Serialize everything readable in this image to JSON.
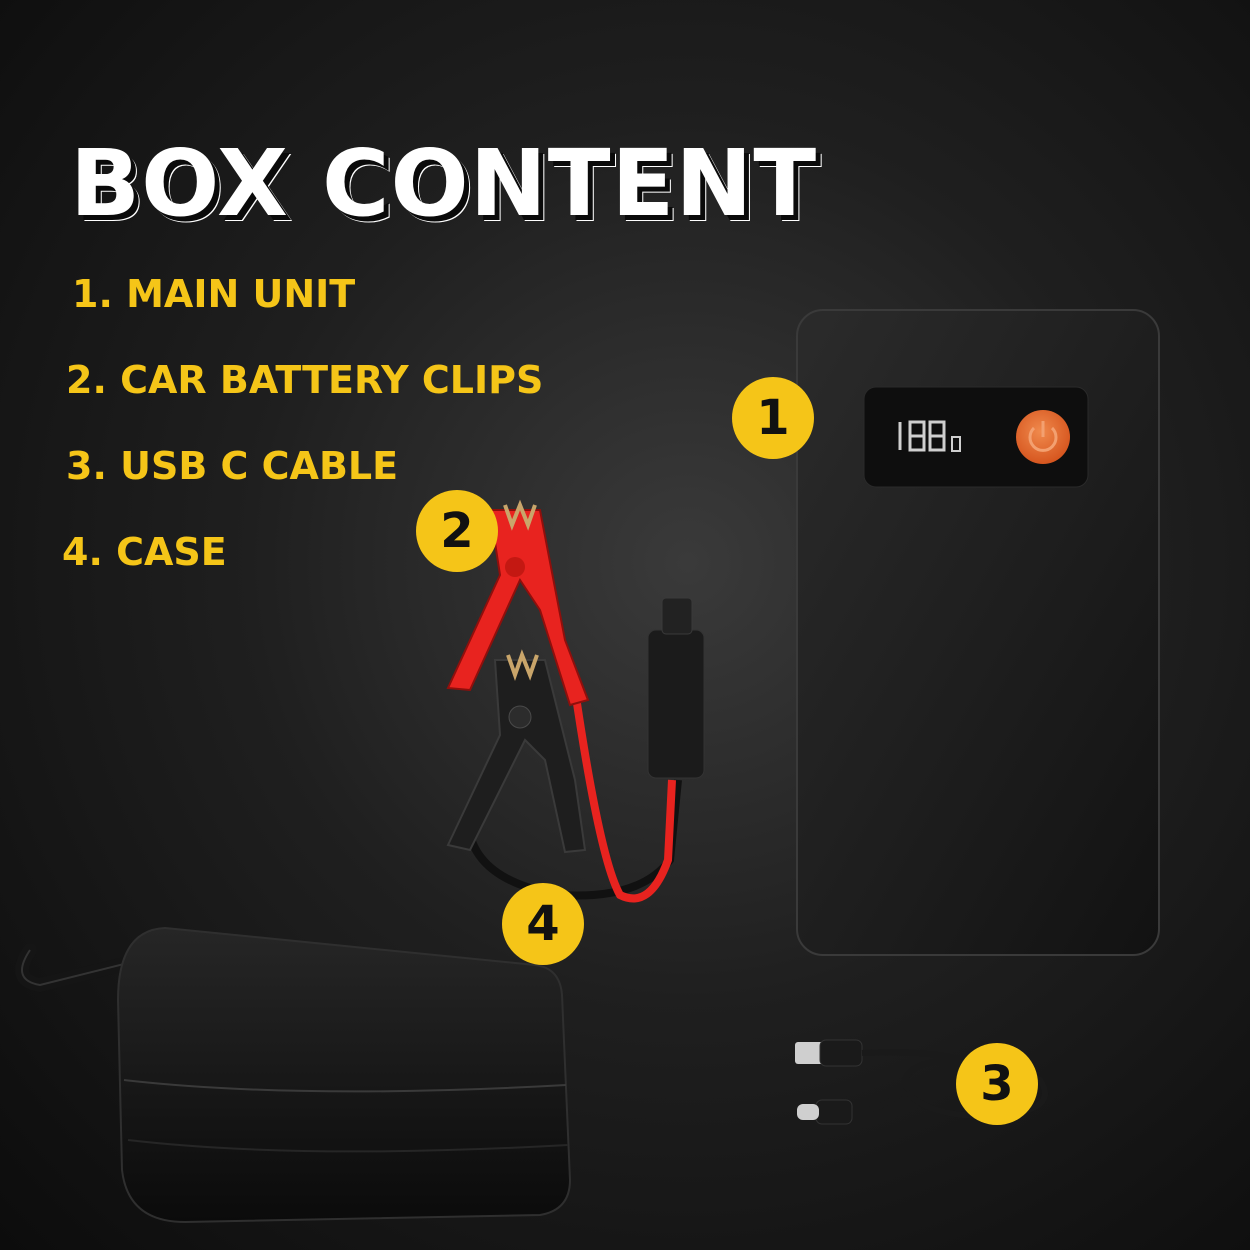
{
  "title": "BOX CONTENT",
  "items": [
    {
      "label": "1. MAIN UNIT"
    },
    {
      "label": "2. CAR BATTERY CLIPS"
    },
    {
      "label": "3. USB C CABLE"
    },
    {
      "label": "4. CASE"
    }
  ],
  "badges": [
    "1",
    "2",
    "3",
    "4"
  ],
  "colors": {
    "accent": "#f5c518",
    "clip_red": "#e8231f",
    "power_button": "#e8672a"
  }
}
